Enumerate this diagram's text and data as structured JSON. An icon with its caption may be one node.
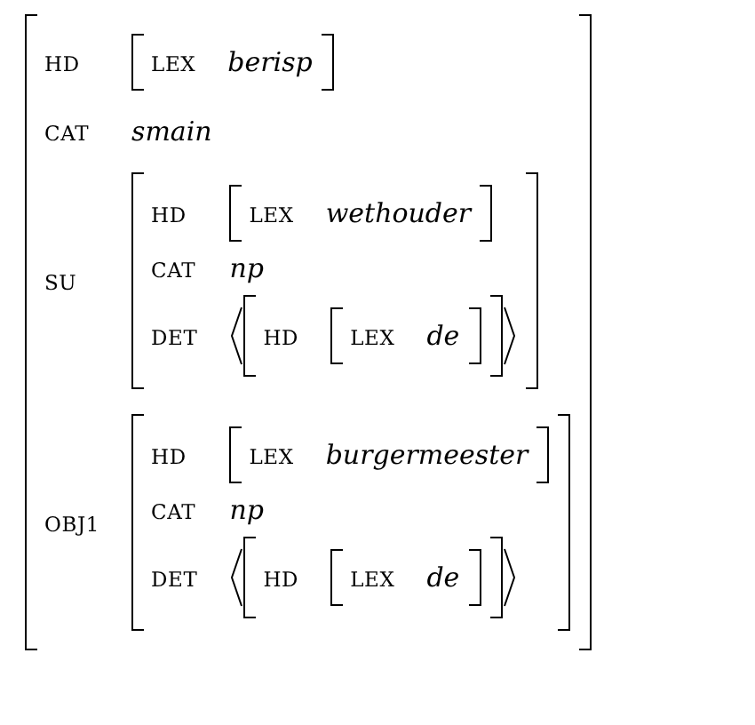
{
  "diagram": {
    "nodes": [
      {
        "text": [
          "HD",
          "CAT",
          "smain",
          "SU",
          "OBJ1"
        ]
      },
      {
        "text": [
          "LEX",
          "berisp"
        ],
        "in": 0
      },
      {
        "text": [
          "HD",
          "CAT",
          "np",
          "DET"
        ],
        "in": 0
      },
      {
        "text": [
          "LEX",
          "wethouder"
        ],
        "in": 2
      },
      {
        "text": [
          "HD"
        ],
        "in": 2
      },
      {
        "text": [
          "LEX",
          "de"
        ],
        "in": 4
      },
      {
        "text": [
          "HD",
          "CAT",
          "np",
          "DET"
        ],
        "in": 0
      },
      {
        "text": [
          "LEX",
          "burgermeester"
        ],
        "in": 6
      },
      {
        "text": [
          "HD"
        ],
        "in": 6
      },
      {
        "text": [
          "LEX",
          "de"
        ],
        "in": 8
      }
    ]
  }
}
